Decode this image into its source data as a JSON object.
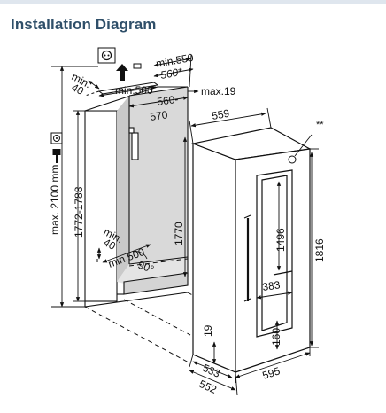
{
  "header": {
    "title": "Installation Diagram"
  },
  "dimensions": {
    "min_550": "min.550",
    "d_560_star": "560*",
    "min_40_top": "min.",
    "min_40_top_b": "40",
    "min_500_top": "min.500",
    "max_19": "max.19",
    "niche_width_a": "560-",
    "niche_width_b": "570",
    "depth_559": "559",
    "double_star": "**",
    "max_2100": "max. 2100 mm",
    "h_1772_1788": "1772-1788",
    "h_1770": "1770",
    "h_1496": "1496",
    "h_1816": "1816",
    "min_40_bottom": "min.",
    "min_40_bottom_b": "40",
    "min_500_bottom": "min.500",
    "angle_90": "90°",
    "w_383": "383",
    "h_160": "160",
    "h_19": "19",
    "d_533": "533",
    "d_552": "552",
    "w_595": "595"
  },
  "icons": {
    "socket_top": "power-socket-icon",
    "socket_side": "power-socket-icon",
    "plug": "plug-icon",
    "airflow": "airflow-arrow-icon"
  },
  "colors": {
    "title": "#2f4f69",
    "band": "#dfe6ee",
    "niche_fill": "#d9d9d9",
    "line": "#111111"
  }
}
